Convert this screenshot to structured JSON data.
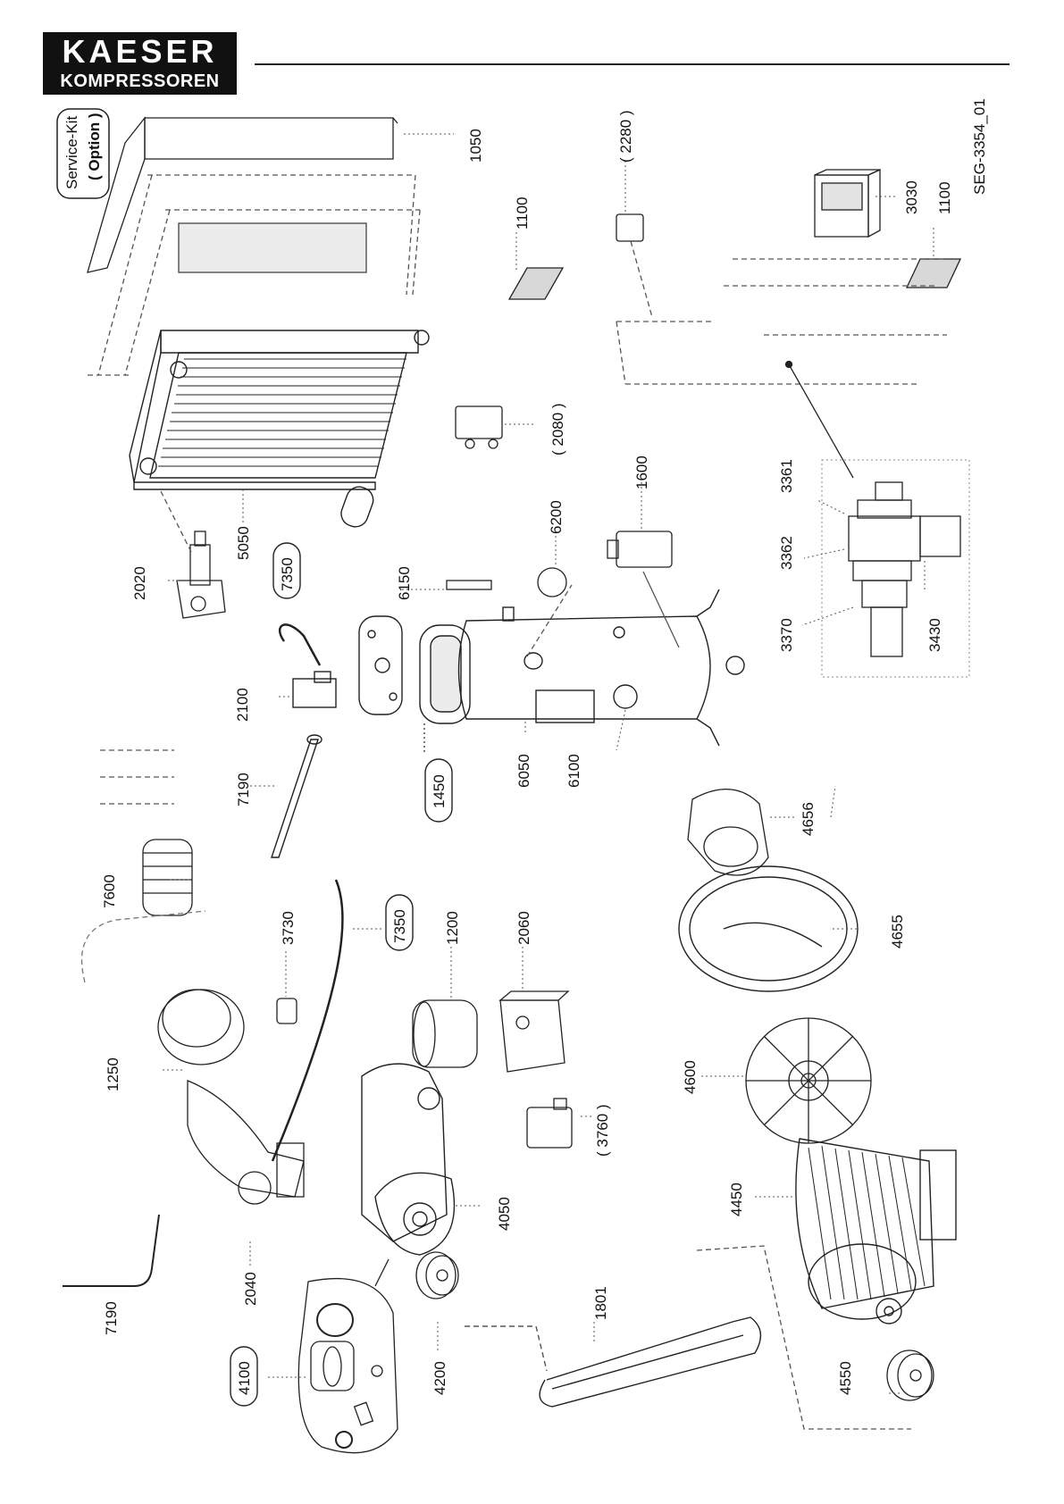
{
  "header": {
    "brand_line1": "KAESER",
    "brand_line2": "KOMPRESSOREN"
  },
  "drawing_id": "SEG-3354_01",
  "service_kit": {
    "line1": "Service-Kit",
    "line2": "( Option )"
  },
  "parts": {
    "p1050": "1050",
    "p2280": "( 2280 )",
    "p1100a": "1100",
    "p3030": "3030",
    "p1100b": "1100",
    "p2080": "( 2080 )",
    "p3361": "3361",
    "p3362": "3362",
    "p3370": "3370",
    "p3430": "3430",
    "p1600": "1600",
    "p6200": "6200",
    "p5050": "5050",
    "p2020": "2020",
    "p7350a": "7350",
    "p6150": "6150",
    "p2100": "2100",
    "p1450": "1450",
    "p6050": "6050",
    "p6100": "6100",
    "p7190a": "7190",
    "p4656": "4656",
    "p7600": "7600",
    "p3730": "3730",
    "p7350b": "7350",
    "p1200": "1200",
    "p2060": "2060",
    "p4655": "4655",
    "p1250": "1250",
    "p4600": "4600",
    "p3760": "( 3760 )",
    "p4050": "4050",
    "p4450": "4450",
    "p2040": "2040",
    "p7190b": "7190",
    "p1801": "1801",
    "p4100": "4100",
    "p4200": "4200",
    "p4550": "4550"
  }
}
